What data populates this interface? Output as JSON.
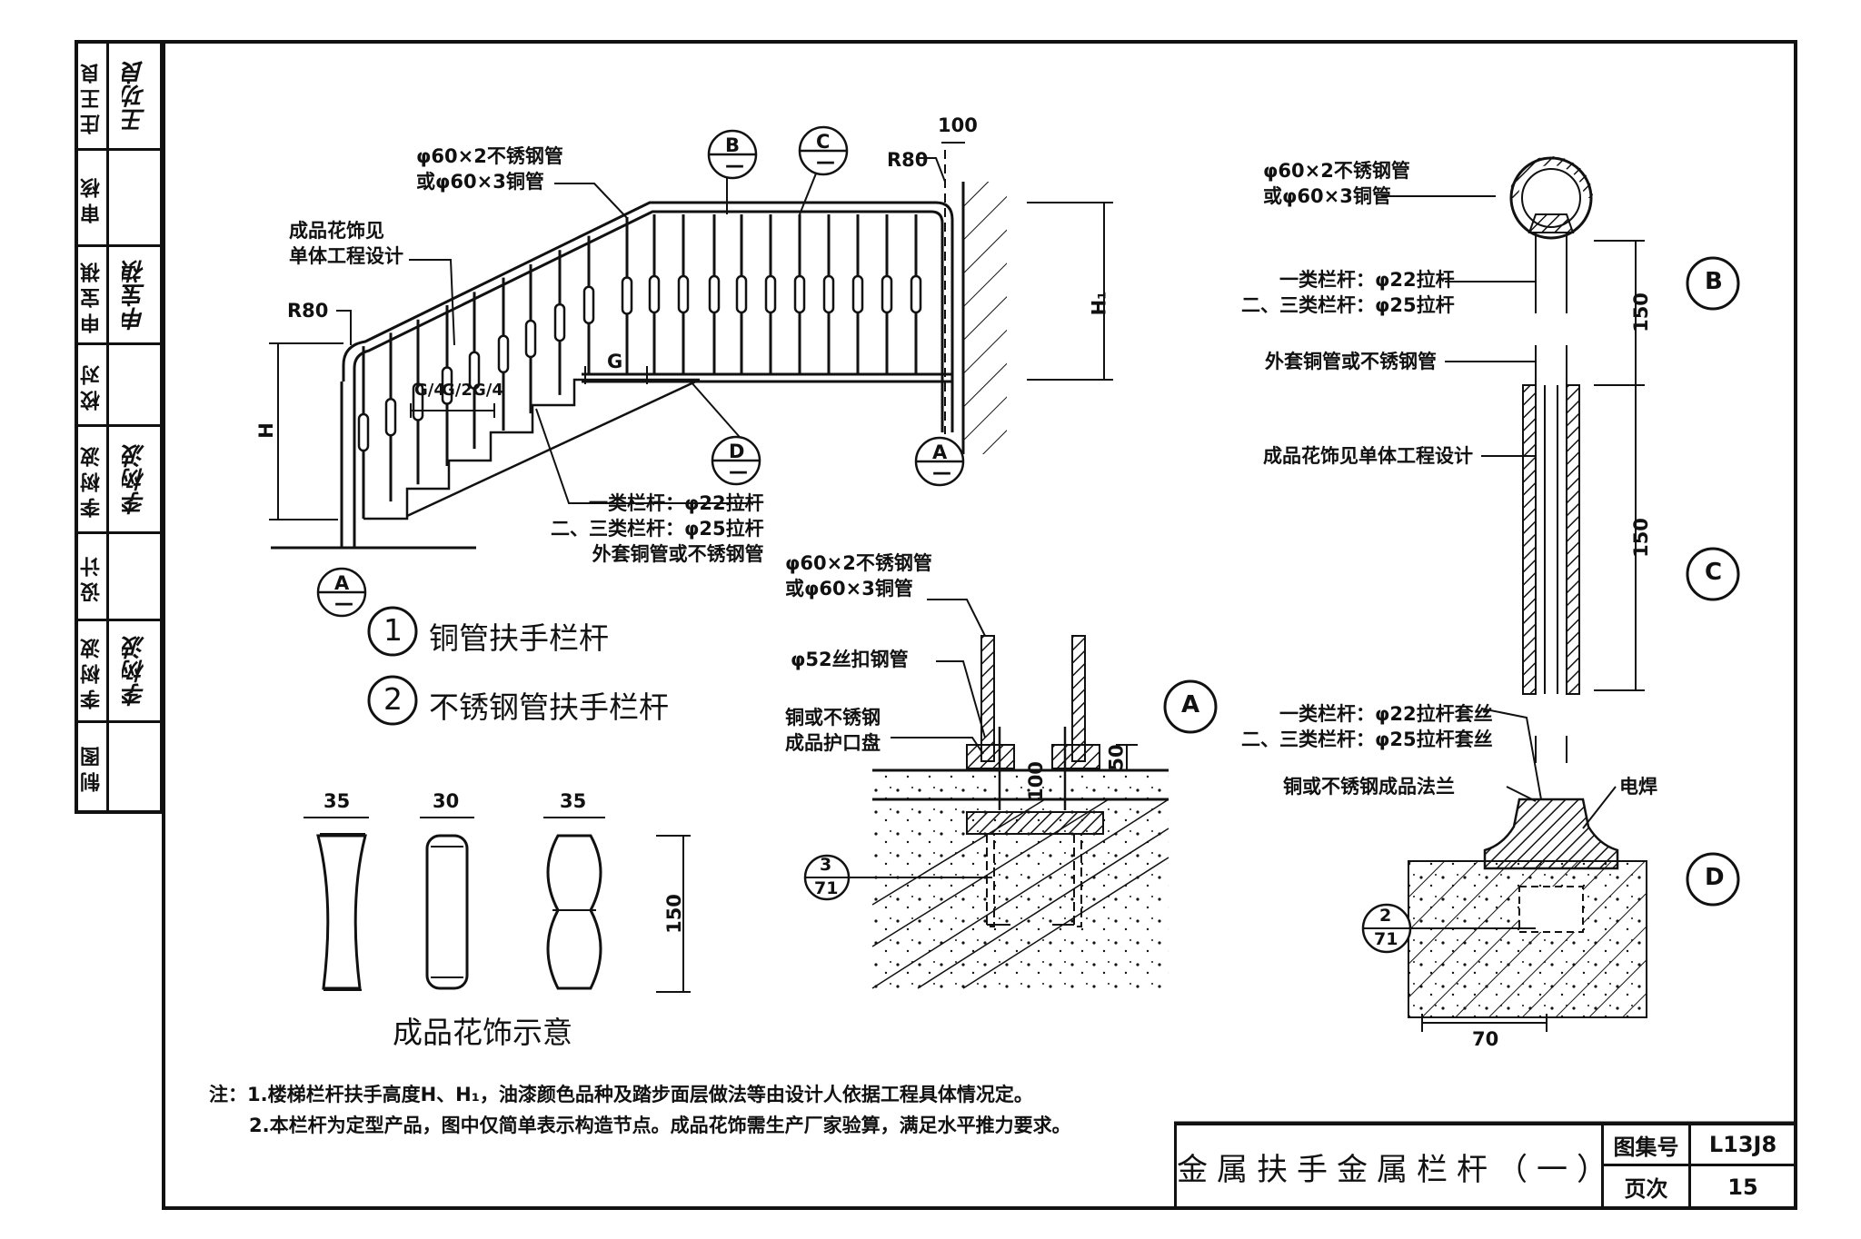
{
  "sidebar": [
    {
      "label": "庄王良",
      "sign": "王功良"
    },
    {
      "label": "审核",
      "sign": ""
    },
    {
      "label": "申宝祺",
      "sign": "申宝祺"
    },
    {
      "label": "校对",
      "sign": ""
    },
    {
      "label": "李树波",
      "sign": "李树波"
    },
    {
      "label": "设计",
      "sign": ""
    },
    {
      "label": "李树波",
      "sign": "李树波"
    },
    {
      "label": "制图",
      "sign": ""
    }
  ],
  "main_drawing": {
    "pipe_spec_1": "φ60×2不锈钢管",
    "pipe_spec_2": "或φ60×3铜管",
    "ornament_note_1": "成品花饰见",
    "ornament_note_2": "单体工程设计",
    "r80_left": "R80",
    "r80_right": "R80",
    "dim_100": "100",
    "dim_h": "H",
    "dim_h1": "H₁",
    "dim_g": "G",
    "dim_g2": "G/2",
    "dim_g4": "G/4",
    "rod_note_1": "一类栏杆：φ22拉杆",
    "rod_note_2": "二、三类栏杆：φ25拉杆",
    "rod_note_3": "外套铜管或不锈钢管",
    "callout_b": "B",
    "callout_c": "C",
    "callout_d": "D",
    "callout_a": "A",
    "dash": "—"
  },
  "legend": {
    "item1_num": "1",
    "item1_text": "铜管扶手栏杆",
    "item2_num": "2",
    "item2_text": "不锈钢管扶手栏杆"
  },
  "ornaments": {
    "w1": "35",
    "w2": "30",
    "w3": "35",
    "height": "150",
    "caption": "成品花饰示意"
  },
  "detail_a": {
    "tag": "A",
    "pipe_1": "φ60×2不锈钢管",
    "pipe_2": "或φ60×3铜管",
    "inner_pipe": "φ52丝扣钢管",
    "cover_1": "铜或不锈钢",
    "cover_2": "成品护口盘",
    "dim_50": "50",
    "dim_100": "100",
    "ref_top": "3",
    "ref_bottom": "71"
  },
  "detail_bcd": {
    "pipe_1": "φ60×2不锈钢管",
    "pipe_2": "或φ60×3铜管",
    "rod_1": "一类栏杆：φ22拉杆",
    "rod_2": "二、三类栏杆：φ25拉杆",
    "sleeve": "外套铜管或不锈钢管",
    "ornament": "成品花饰见单体工程设计",
    "thread_1": "一类栏杆：φ22拉杆套丝",
    "thread_2": "二、三类栏杆：φ25拉杆套丝",
    "flange": "铜或不锈钢成品法兰",
    "weld": "电焊",
    "dim_150a": "150",
    "dim_150b": "150",
    "dim_70": "70",
    "tag_b": "B",
    "tag_c": "C",
    "tag_d": "D",
    "ref_top": "2",
    "ref_bottom": "71"
  },
  "notes": {
    "line1": "注：1.楼梯栏杆扶手高度H、H₁，油漆颜色品种及踏步面层做法等由设计人依据工程具体情况定。",
    "line2": "2.本栏杆为定型产品，图中仅简单表示构造节点。成品花饰需生产厂家验算，满足水平推力要求。"
  },
  "title_block": {
    "title": "金属扶手金属栏杆（一）",
    "atlas_label": "图集号",
    "atlas_value": "L13J8",
    "page_label": "页次",
    "page_value": "15"
  }
}
